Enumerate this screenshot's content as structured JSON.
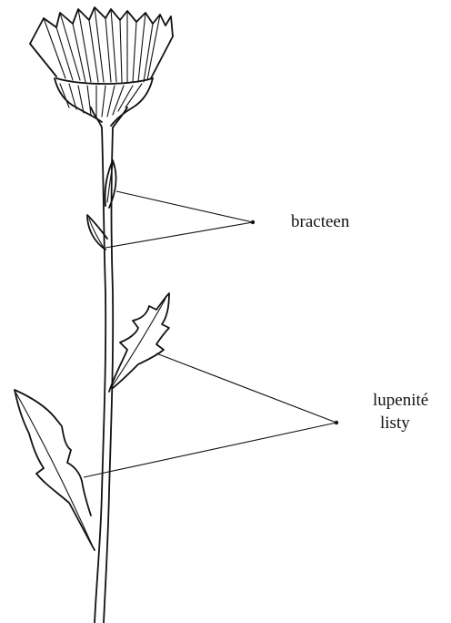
{
  "labels": {
    "bracts": "bracteen",
    "leaves_line1": "lupenité",
    "leaves_line2": "listy"
  }
}
